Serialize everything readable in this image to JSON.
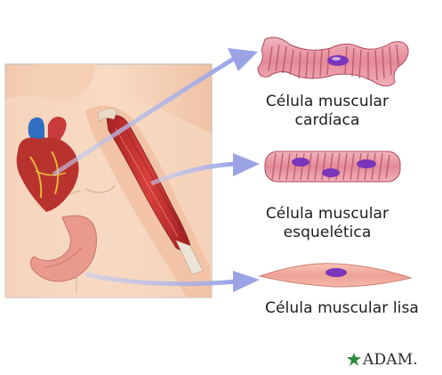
{
  "labels": {
    "cardiac": [
      "Célula muscular",
      "cardíaca"
    ],
    "skeletal": [
      "Célula muscular",
      "esquelética"
    ],
    "smooth": [
      "Célula muscular lisa"
    ]
  },
  "logo": {
    "text": "ADAM.",
    "icon": "star-figure-icon"
  },
  "colors": {
    "arrow": "#9aa3e4",
    "muscle": "#e89aa6",
    "muscle_stripe": "#b04a5e",
    "nucleus": "#7a35b8",
    "skin": "#f6d2b8",
    "heart": "#b8322e",
    "aorta": "#2f6fc4",
    "stomach": "#e99a8c"
  }
}
